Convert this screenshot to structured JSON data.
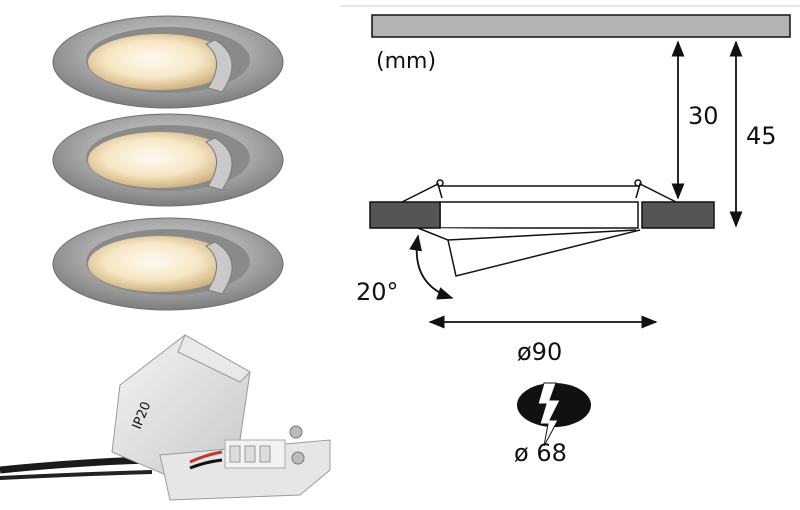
{
  "diagram": {
    "unit_label": "(mm)",
    "depth_inner": "30",
    "depth_total": "45",
    "tilt_angle": "20°",
    "outer_diameter": "ø90",
    "cutout_diameter": "ø 68",
    "connector_marking": "IP20"
  },
  "colors": {
    "ceiling_fill": "#b3b3b3",
    "flange_fill": "#555555",
    "line": "#111111",
    "cutout": "#111111"
  }
}
